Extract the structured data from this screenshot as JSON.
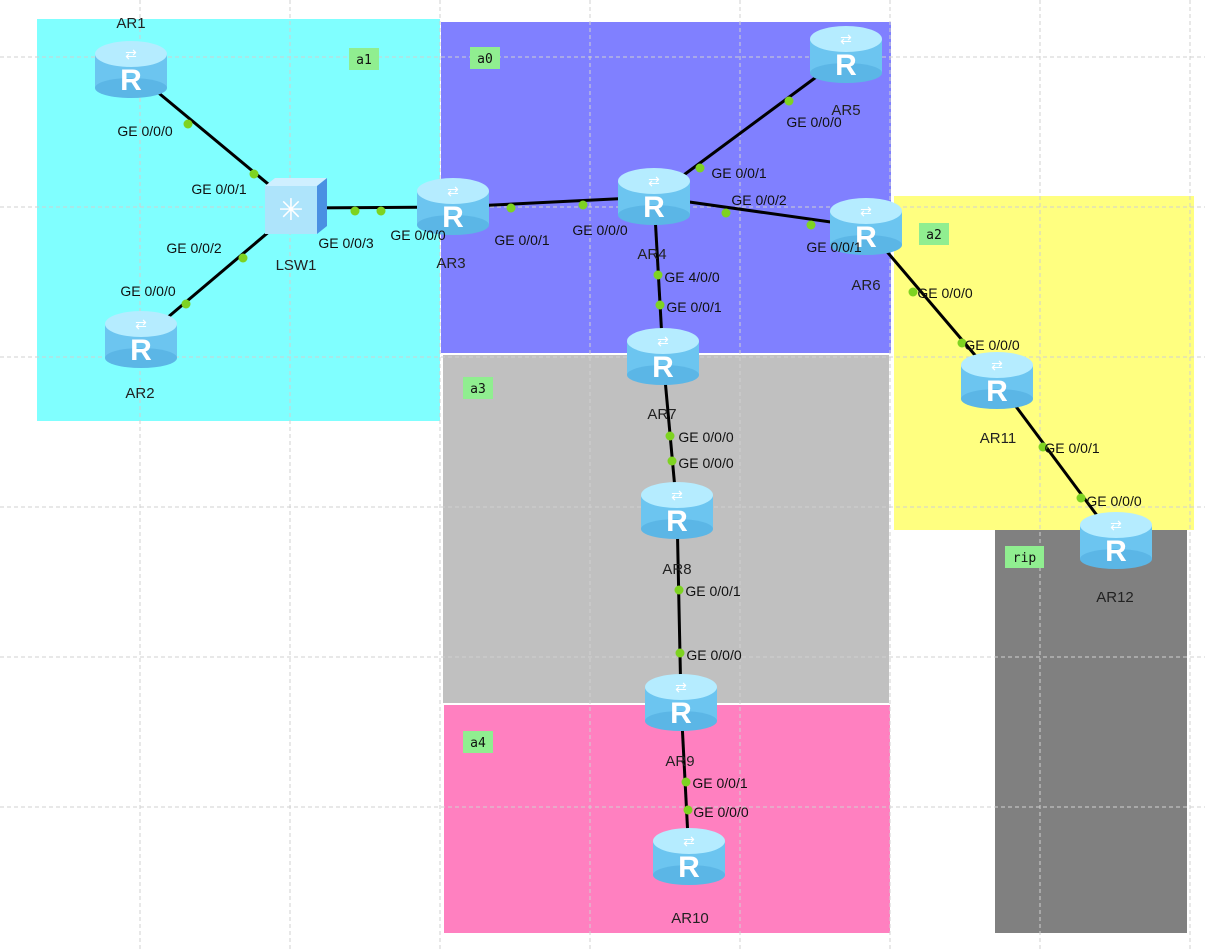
{
  "areas": [
    {
      "id": "a1",
      "label": "a1",
      "color": "#80ffff"
    },
    {
      "id": "a0",
      "label": "a0",
      "color": "#8080ff"
    },
    {
      "id": "a2",
      "label": "a2",
      "color": "#ffff80"
    },
    {
      "id": "a3",
      "label": "a3",
      "color": "#c0c0c0"
    },
    {
      "id": "a4",
      "label": "a4",
      "color": "#ff80c0"
    },
    {
      "id": "rip",
      "label": "rip",
      "color": "#808080"
    }
  ],
  "area_tag_color": "#90ee90",
  "nodes": [
    {
      "id": "AR1",
      "label": "AR1",
      "type": "router-icon"
    },
    {
      "id": "AR2",
      "label": "AR2",
      "type": "router-icon"
    },
    {
      "id": "LSW1",
      "label": "LSW1",
      "type": "switch-icon"
    },
    {
      "id": "AR3",
      "label": "AR3",
      "type": "router-icon"
    },
    {
      "id": "AR4",
      "label": "AR4",
      "type": "router-icon"
    },
    {
      "id": "AR5",
      "label": "AR5",
      "type": "router-icon"
    },
    {
      "id": "AR6",
      "label": "AR6",
      "type": "router-icon"
    },
    {
      "id": "AR7",
      "label": "AR7",
      "type": "router-icon"
    },
    {
      "id": "AR8",
      "label": "AR8",
      "type": "router-icon"
    },
    {
      "id": "AR9",
      "label": "AR9",
      "type": "router-icon"
    },
    {
      "id": "AR10",
      "label": "AR10",
      "type": "router-icon"
    },
    {
      "id": "AR11",
      "label": "AR11",
      "type": "router-icon"
    },
    {
      "id": "AR12",
      "label": "AR12",
      "type": "router-icon"
    }
  ],
  "links": [
    {
      "a": "AR1",
      "a_port": "GE 0/0/0",
      "b": "LSW1",
      "b_port": "GE 0/0/1"
    },
    {
      "a": "AR2",
      "a_port": "GE 0/0/0",
      "b": "LSW1",
      "b_port": "GE 0/0/2"
    },
    {
      "a": "LSW1",
      "a_port": "GE 0/0/3",
      "b": "AR3",
      "b_port": "GE 0/0/0"
    },
    {
      "a": "AR3",
      "a_port": "GE 0/0/1",
      "b": "AR4",
      "b_port": "GE 0/0/0"
    },
    {
      "a": "AR4",
      "a_port": "GE 0/0/1",
      "b": "AR5",
      "b_port": "GE 0/0/0"
    },
    {
      "a": "AR4",
      "a_port": "GE 0/0/2",
      "b": "AR6",
      "b_port": "GE 0/0/1"
    },
    {
      "a": "AR4",
      "a_port": "GE 4/0/0",
      "b": "AR7",
      "b_port": "GE 0/0/1"
    },
    {
      "a": "AR7",
      "a_port": "GE 0/0/0",
      "b": "AR8",
      "b_port": "GE 0/0/0"
    },
    {
      "a": "AR8",
      "a_port": "GE 0/0/1",
      "b": "AR9",
      "b_port": "GE 0/0/0"
    },
    {
      "a": "AR9",
      "a_port": "GE 0/0/1",
      "b": "AR10",
      "b_port": "GE 0/0/0"
    },
    {
      "a": "AR6",
      "a_port": "GE 0/0/0",
      "b": "AR11",
      "b_port": "GE 0/0/0"
    },
    {
      "a": "AR11",
      "a_port": "GE 0/0/1",
      "b": "AR12",
      "b_port": "GE 0/0/0"
    }
  ],
  "port_status_color": "#7ed321"
}
